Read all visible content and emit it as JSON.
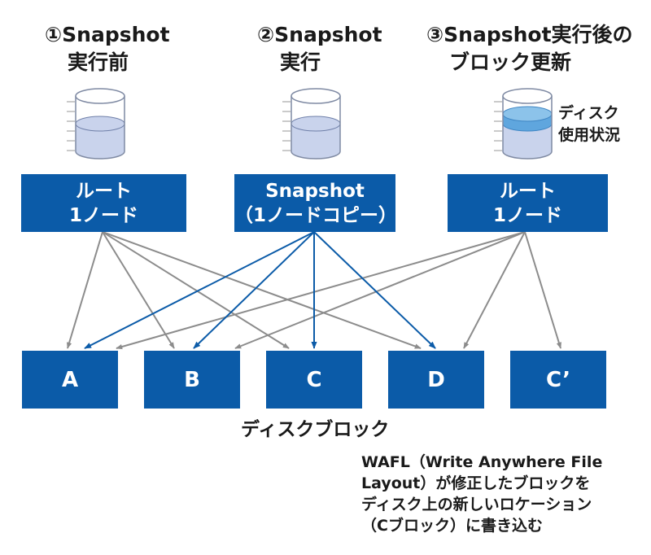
{
  "titles": {
    "before": {
      "line1": "①Snapshot",
      "line2": "実行前"
    },
    "exec": {
      "line1": "②Snapshot",
      "line2": "実行"
    },
    "after": {
      "line1": "③Snapshot実行後の",
      "line2": "ブロック更新"
    }
  },
  "disk_usage_label": {
    "line1": "ディスク",
    "line2": "使用状況"
  },
  "nodes": {
    "root_left": {
      "line1": "ルート",
      "line2": "1ノード"
    },
    "snapshot": {
      "line1": "Snapshot",
      "line2": "（1ノードコピー）"
    },
    "root_right": {
      "line1": "ルート",
      "line2": "1ノード"
    }
  },
  "blocks": [
    "A",
    "B",
    "C",
    "D",
    "C’"
  ],
  "blocks_caption": "ディスクブロック",
  "note": {
    "line1": "WAFL（Write Anywhere File",
    "line2": "Layout）が修正したブロックを",
    "line3": "ディスク上の新しいロケーション",
    "line4": "（Cブロック）に書き込む"
  },
  "colors": {
    "block_blue": "#0b5ba8",
    "gray_arrow": "#8c8c8c",
    "fill_light": "#c9d3ec",
    "fill_updated": "#5fa6de"
  }
}
